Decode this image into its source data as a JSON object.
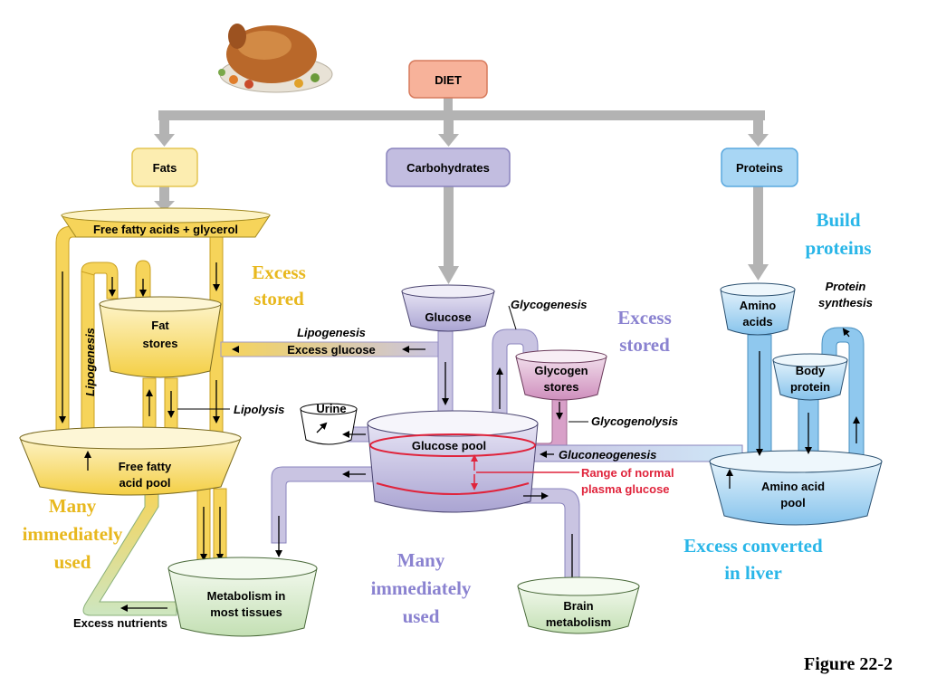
{
  "colors": {
    "fat": "#f6d45a",
    "fat_light": "#fcf0b8",
    "carb": "#b9b4d8",
    "carb_light": "#d9d6ee",
    "protein": "#8fc8ee",
    "protein_light": "#cfe8f8",
    "diet": "#f7b29a",
    "glycogen": "#d8a0c8",
    "green": "#cde6c0",
    "gray_arrow": "#b3b3b3",
    "excess_fat_text": "#e8b81e",
    "excess_carb_text": "#8a82d0",
    "protein_text": "#29b6e8",
    "range_red": "#e0243c"
  },
  "header": {
    "illustration": "roast-turkey-icon"
  },
  "diet": {
    "label": "DIET"
  },
  "categories": {
    "fats": "Fats",
    "carbs": "Carbohydrates",
    "proteins": "Proteins"
  },
  "fat_side": {
    "free_fatty_acids": "Free fatty acids + glycerol",
    "fat_stores_line1": "Fat",
    "fat_stores_line2": "stores",
    "lipogenesis_vertical": "Lipogenesis",
    "lipolysis": "Lipolysis",
    "pool_line1": "Free fatty",
    "pool_line2": "acid pool",
    "excess_stored_line1": "Excess",
    "excess_stored_line2": "stored",
    "many_used_line1": "Many",
    "many_used_line2": "immediately",
    "many_used_line3": "used"
  },
  "carb_side": {
    "glucose": "Glucose",
    "lipogenesis": "Lipogenesis",
    "excess_glucose": "Excess glucose",
    "glycogenesis": "Glycogenesis",
    "glycogen_line1": "Glycogen",
    "glycogen_line2": "stores",
    "glycogenolysis": "Glycogenolysis",
    "urine": "Urine",
    "glucose_pool": "Glucose pool",
    "gluconeogenesis": "Gluconeogenesis",
    "range_line1": "Range of normal",
    "range_line2": "plasma glucose",
    "excess_stored_line1": "Excess",
    "excess_stored_line2": "stored",
    "many_used_line1": "Many",
    "many_used_line2": "immediately",
    "many_used_line3": "used",
    "brain_line1": "Brain",
    "brain_line2": "metabolism"
  },
  "protein_side": {
    "amino_line1": "Amino",
    "amino_line2": "acids",
    "build_line1": "Build",
    "build_line2": "proteins",
    "synth_line1": "Protein",
    "synth_line2": "synthesis",
    "body_line1": "Body",
    "body_line2": "protein",
    "pool_line1": "Amino acid",
    "pool_line2": "pool",
    "excess_conv_line1": "Excess converted",
    "excess_conv_line2": "in liver"
  },
  "metabolism": {
    "line1": "Metabolism in",
    "line2": "most tissues",
    "excess_nutrients": "Excess nutrients"
  },
  "figure_label": "Figure 22-2"
}
